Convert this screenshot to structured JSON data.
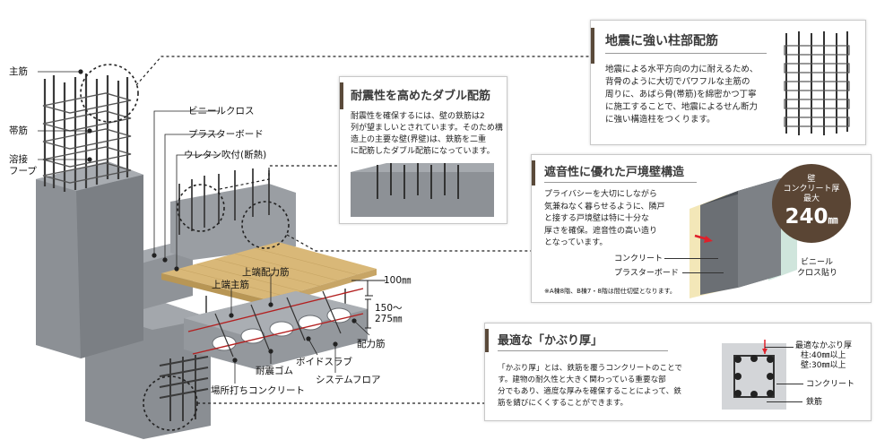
{
  "left_labels": {
    "main_rebar": "主筋",
    "hoop": "帯筋",
    "welded_hoop_1": "溶接",
    "welded_hoop_2": "フープ",
    "vinyl_cloth": "ビニールクロス",
    "plasterboard": "プラスターボード",
    "urethan": "ウレタン吹付(断熱)",
    "top_distribution_bar": "上端配力筋",
    "top_main_bar": "上端主筋",
    "slab_100": "100㎜",
    "slab_thickness_1": "150～",
    "slab_thickness_2": "275㎜",
    "distribution_bar": "配力筋",
    "void_slab": "ボイドスラブ",
    "seismic_rubber": "耐震ゴム",
    "system_floor": "システムフロア",
    "cast_concrete": "場所打ちコンクリート"
  },
  "panel_column": {
    "title": "地震に強い柱部配筋",
    "text": [
      "地震による水平方向の力に耐えるため、",
      "背骨のように大切でパワフルな主筋の",
      "周りに、あばら骨(帯筋)を綿密かつ丁寧",
      "に施工することで、地震によるせん断力",
      "に強い構造柱をつくります。"
    ]
  },
  "panel_double": {
    "title": "耐震性を高めたダブル配筋",
    "text": [
      "耐震性を確保するには、壁の鉄筋は2",
      "列が望ましいとされています。そのため構",
      "造上の主要な壁(界壁)は、鉄筋を二重",
      "に配筋したダブル配筋になっています。"
    ]
  },
  "panel_wall": {
    "title": "遮音性に優れた戸境壁構造",
    "text": [
      "プライバシーを大切にしながら",
      "気兼ねなく暮らせるように、隣戸",
      "と接する戸境壁は特に十分な",
      "厚さを確保。遮音性の高い造り",
      "となっています。"
    ],
    "label_concrete": "コンクリート",
    "label_plasterboard": "プラスターボード",
    "label_vinyl_1": "ビニール",
    "label_vinyl_2": "クロス貼り",
    "note": "※A棟8階、B棟7・8階は間仕切壁となります。",
    "badge_line1": "壁",
    "badge_line2": "コンクリート厚",
    "badge_line3": "最大",
    "badge_value": "240",
    "badge_unit": "㎜"
  },
  "panel_cover": {
    "title": "最適な「かぶり厚」",
    "text": [
      "「かぶり厚」とは、鉄筋を覆うコンクリートのことで",
      "す。建物の耐久性と大きく関わっている重要な部",
      "分でもあり、適度な厚みを確保することによって、鉄",
      "筋を錆びにくくすることができます。"
    ],
    "label_optimal": "最適なかぶり厚",
    "label_column": "柱:40㎜以上",
    "label_wall": "壁:30㎜以上",
    "label_concrete": "コンクリート",
    "label_rebar": "鉄筋"
  },
  "colors": {
    "concrete": "#8d9196",
    "concrete_dark": "#6c7075",
    "wood": "#d9b878",
    "badge": "#5a4534",
    "title_bar": "#5a4a3a",
    "red_marker": "#e0202a"
  }
}
